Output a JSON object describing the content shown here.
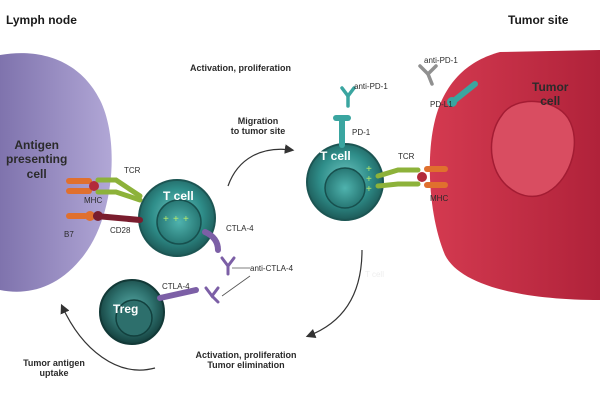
{
  "headers": {
    "lymph_node": "Lymph node",
    "tumor_site": "Tumor site"
  },
  "cells": {
    "apc": "Antigen\npresenting\ncell",
    "tumor": "Tumor\ncell",
    "t_cell_left": "T cell",
    "t_cell_right": "T cell",
    "treg": "Treg",
    "faint_t_cell": "T cell"
  },
  "receptors": {
    "tcr_left": "TCR",
    "mhc_left": "MHC",
    "b7": "B7",
    "cd28": "CD28",
    "ctla4_tcell": "CTLA-4",
    "ctla4_treg": "CTLA-4",
    "anti_ctla4": "anti-CTLA-4",
    "anti_pd1_top": "anti-PD-1",
    "pd1": "PD-1",
    "tcr_right": "TCR",
    "mhc_right": "MHC",
    "anti_pd1_right": "anti-PD-1",
    "pd_l1": "PD-L1"
  },
  "steps": {
    "activation_top": "Activation, proliferation",
    "migration": "Migration\nto tumor site",
    "activation_bottom": "Activation, proliferation\nTumor elimination",
    "uptake": "Tumor antigen\nuptake"
  },
  "colors": {
    "apc": "#9b8fc4",
    "tumor": "#c8283f",
    "tumor_nucleus": "#d9465a",
    "t_cell": "#2f8e8a",
    "t_cell_nucleus": "#3a9c98",
    "treg": "#2d6f6c",
    "tcr": "#8db23a",
    "mhc": "#e0702e",
    "cd28": "#7a1d2e",
    "ctla4": "#7c5fa6",
    "pd1": "#3aa5a0",
    "antibody": "#909090"
  }
}
